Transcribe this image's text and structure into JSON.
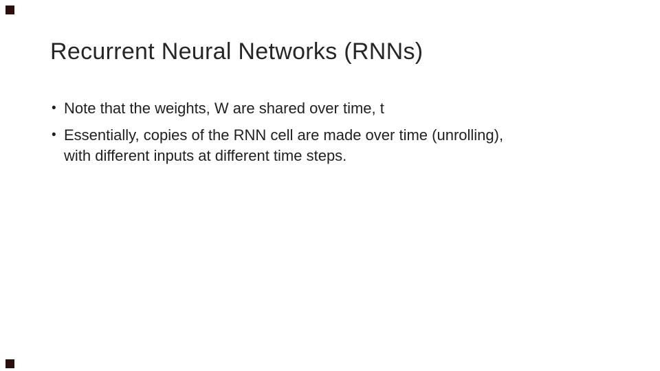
{
  "slide": {
    "title": "Recurrent Neural Networks (RNNs)",
    "bullet_char": "•",
    "bullets": [
      {
        "lines": [
          "Note that the weights, W are shared over time, t"
        ]
      },
      {
        "lines": [
          "Essentially, copies of the RNN cell are made over time (unrolling),",
          "with different inputs at different time steps."
        ]
      }
    ],
    "colors": {
      "background": "#ffffff",
      "title_text": "#262626",
      "body_text": "#1f1f1f",
      "corner_marker": "#2a0f0f"
    }
  }
}
